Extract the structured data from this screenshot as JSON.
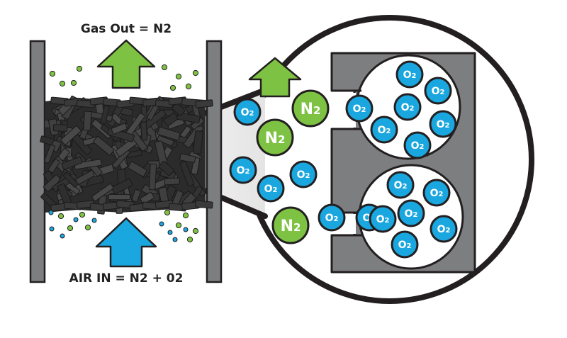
{
  "labels": {
    "gas_out": "Gas Out = N2",
    "air_in": "AIR IN = N2 + 02"
  },
  "molecules": {
    "o2": {
      "base": "O",
      "sub": "2"
    },
    "n2": {
      "base": "N",
      "sub": "2"
    }
  },
  "colors": {
    "o2_fill": "#1aa6de",
    "n2_fill": "#7dc242",
    "outline": "#231f20",
    "wall_gray": "#7d7e80",
    "arrow_green": "#7dc242",
    "arrow_blue": "#1aa6de",
    "carbon": "#3a3a3a"
  }
}
